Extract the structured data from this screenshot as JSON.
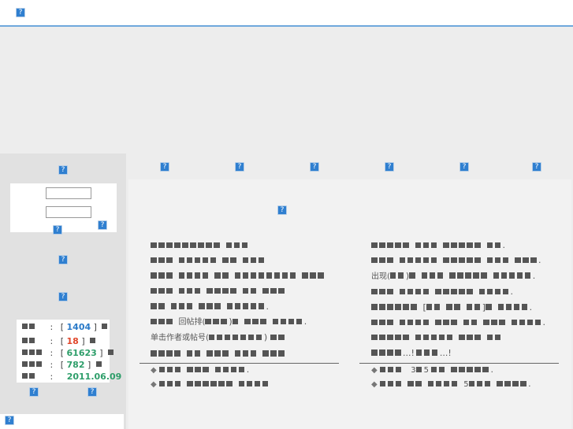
{
  "icons": {
    "broken": "broken-image-icon",
    "glyph": "?"
  },
  "colors": {
    "accent_line": "#6fa8dc",
    "blue": "#2a7ac8",
    "red": "#e0462a",
    "green": "#2e9e6a"
  },
  "stats": {
    "sep": ":",
    "lb": "[",
    "rb": "]",
    "v1": "1404",
    "v2": "18",
    "v3": "61623",
    "v4": "782",
    "date": "2011.06.09"
  },
  "text": {
    "left_line6_a": "回帖排(",
    "left_line6_b": ")",
    "left_line7_a": "单击作者或帖号(",
    "left_line7_b": ")",
    "left_dot": ".",
    "right_line3_a": "出现(",
    "right_line3_b": ")",
    "right_line5_a": "[",
    "right_line5_b": "]",
    "right_ellipsis1": "...!",
    "right_ellipsis2": "...!",
    "bullet_num_a": "3",
    "bullet_num_b": "5",
    "bullet_num_c": "5",
    "diamond": "◆"
  }
}
